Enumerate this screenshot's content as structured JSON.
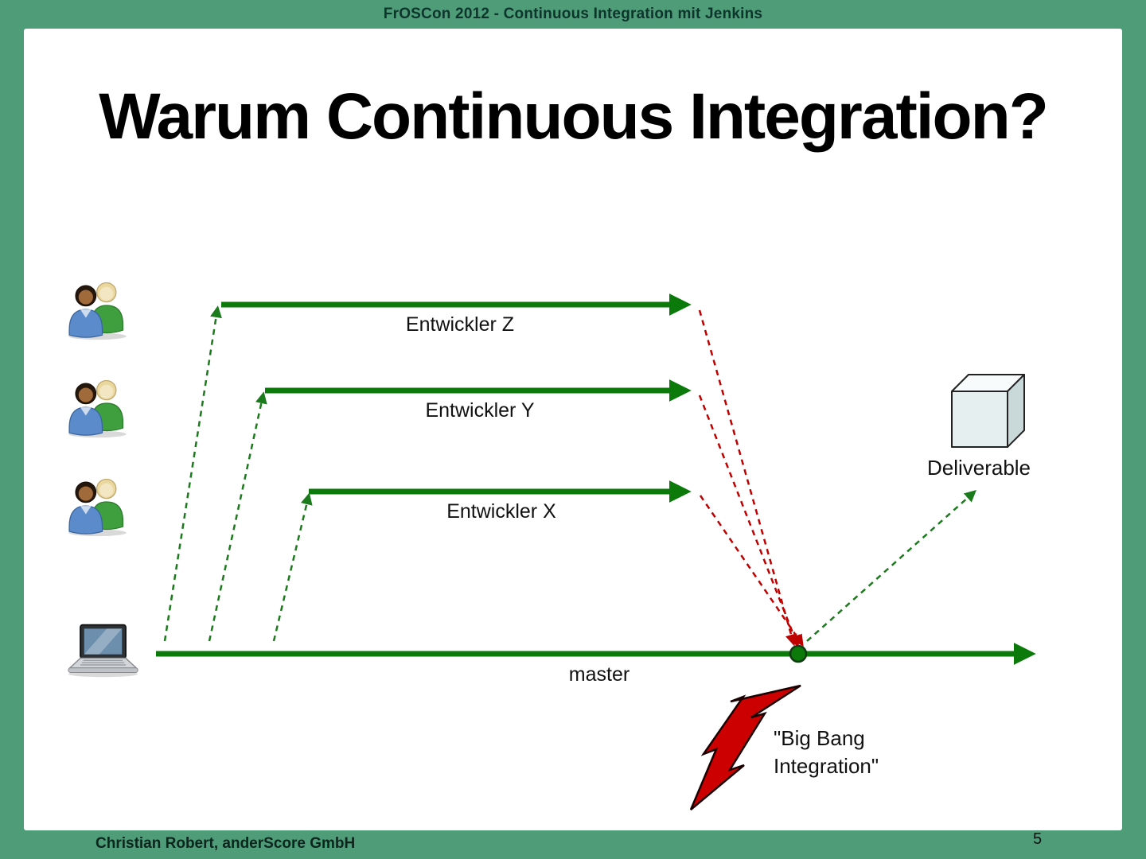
{
  "header": {
    "title": "FrOSCon 2012 - Continuous Integration mit Jenkins"
  },
  "title": "Warum Continuous Integration?",
  "diagram": {
    "branches": [
      {
        "label": "Entwickler Z"
      },
      {
        "label": "Entwickler Y"
      },
      {
        "label": "Entwickler X"
      }
    ],
    "master_label": "master",
    "big_bang_line1": "\"Big Bang",
    "big_bang_line2": "Integration\"",
    "deliverable_label": "Deliverable",
    "icons": {
      "developers": "two-developers-icon",
      "computer": "laptop-icon",
      "conflict": "lightning-bolt-icon",
      "artifact": "cube-icon",
      "merge": "merge-point-dot"
    }
  },
  "footer": {
    "author": "Christian Robert, anderScore GmbH",
    "page_number": "5"
  },
  "colors": {
    "frame_green": "#4f9c79",
    "header_text": "#0e352c",
    "line_green": "#0b7a0b",
    "dashed_green": "#1b7a1b",
    "line_red": "#c00000",
    "bolt_red": "#cc0000",
    "cube_face": "#e6efef"
  }
}
